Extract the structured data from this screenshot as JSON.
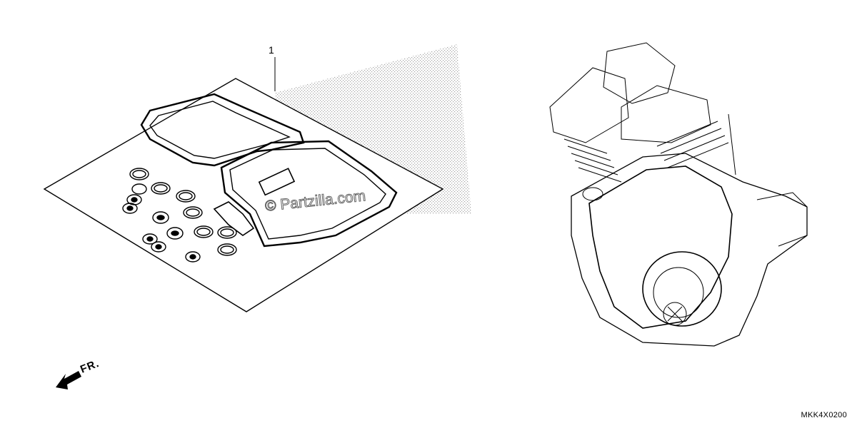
{
  "diagram": {
    "callout_number": "1",
    "front_label": "FR.",
    "watermark": "© Partzilla.com",
    "diagram_code": "MKK4X0200"
  },
  "icons": {
    "front_arrow": "arrow-left-down-icon"
  },
  "colors": {
    "line": "#000000",
    "background": "#ffffff",
    "shading": "#9a9a9a"
  }
}
